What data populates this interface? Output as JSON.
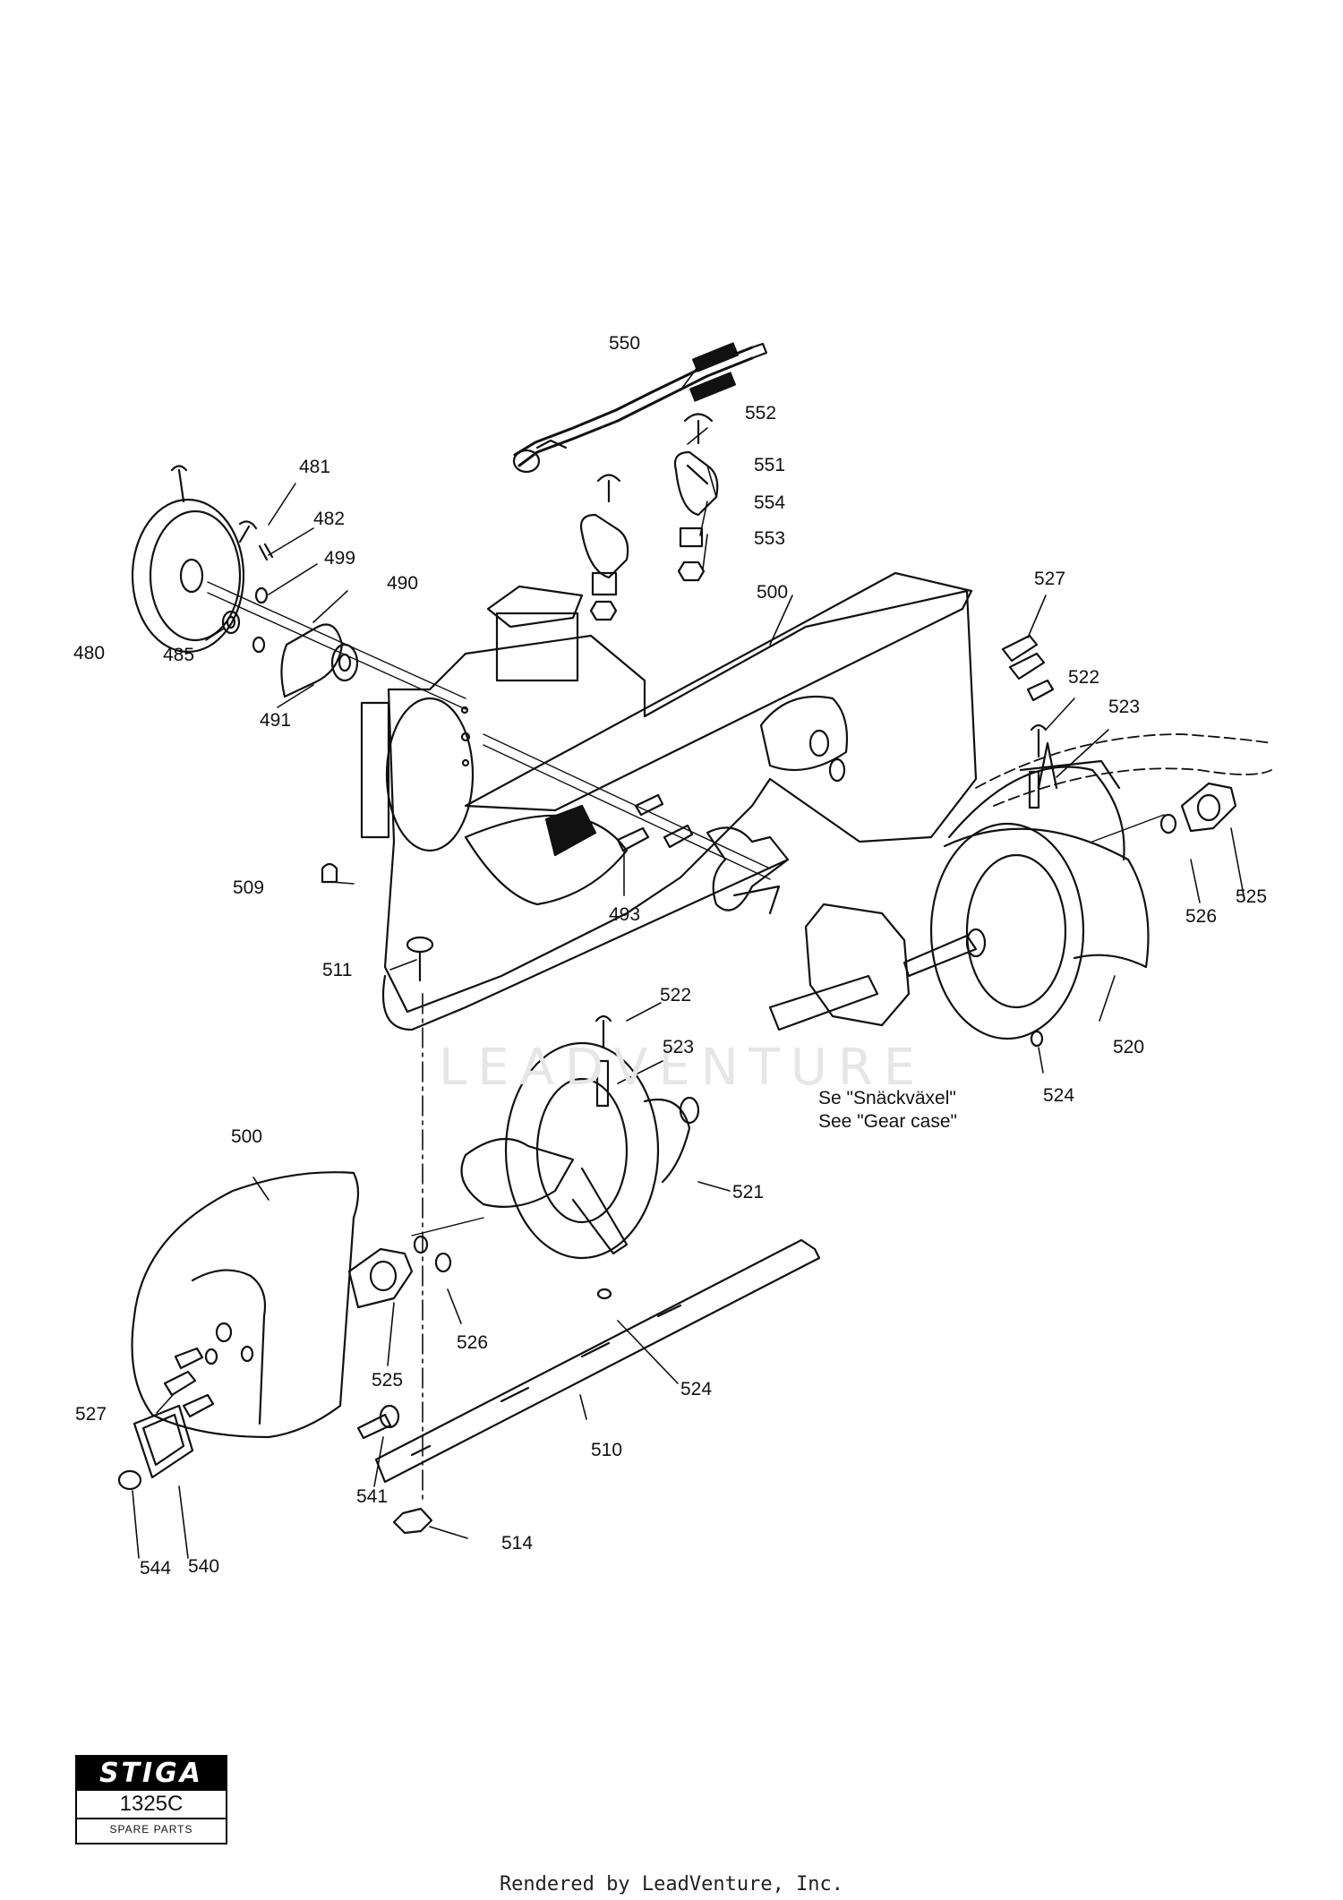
{
  "watermark": "LEADVENTURE",
  "parts": [
    {
      "id": "p550",
      "label": "550"
    },
    {
      "id": "p552",
      "label": "552"
    },
    {
      "id": "p551",
      "label": "551"
    },
    {
      "id": "p554",
      "label": "554"
    },
    {
      "id": "p553",
      "label": "553"
    },
    {
      "id": "p481",
      "label": "481"
    },
    {
      "id": "p482",
      "label": "482"
    },
    {
      "id": "p499",
      "label": "499"
    },
    {
      "id": "p490",
      "label": "490"
    },
    {
      "id": "p500a",
      "label": "500"
    },
    {
      "id": "p527a",
      "label": "527"
    },
    {
      "id": "p522a",
      "label": "522"
    },
    {
      "id": "p523a",
      "label": "523"
    },
    {
      "id": "p480",
      "label": "480"
    },
    {
      "id": "p485",
      "label": "485"
    },
    {
      "id": "p491",
      "label": "491"
    },
    {
      "id": "p509",
      "label": "509"
    },
    {
      "id": "p493",
      "label": "493"
    },
    {
      "id": "p511",
      "label": "511"
    },
    {
      "id": "p526a",
      "label": "526"
    },
    {
      "id": "p525a",
      "label": "525"
    },
    {
      "id": "p522b",
      "label": "522"
    },
    {
      "id": "p523b",
      "label": "523"
    },
    {
      "id": "p520",
      "label": "520"
    },
    {
      "id": "p524a",
      "label": "524"
    },
    {
      "id": "p500b",
      "label": "500"
    },
    {
      "id": "p521",
      "label": "521"
    },
    {
      "id": "p526b",
      "label": "526"
    },
    {
      "id": "p525b",
      "label": "525"
    },
    {
      "id": "p524b",
      "label": "524"
    },
    {
      "id": "p527b",
      "label": "527"
    },
    {
      "id": "p510",
      "label": "510"
    },
    {
      "id": "p541",
      "label": "541"
    },
    {
      "id": "p514",
      "label": "514"
    },
    {
      "id": "p544",
      "label": "544"
    },
    {
      "id": "p540",
      "label": "540"
    }
  ],
  "gear_case_note": {
    "line1": "Se \"Snäckväxel\"",
    "line2": "See \"Gear case\""
  },
  "brand": {
    "logo": "STIGA",
    "model": "1325C",
    "subtitle": "SPARE PARTS"
  },
  "footer": "Rendered by LeadVenture, Inc."
}
